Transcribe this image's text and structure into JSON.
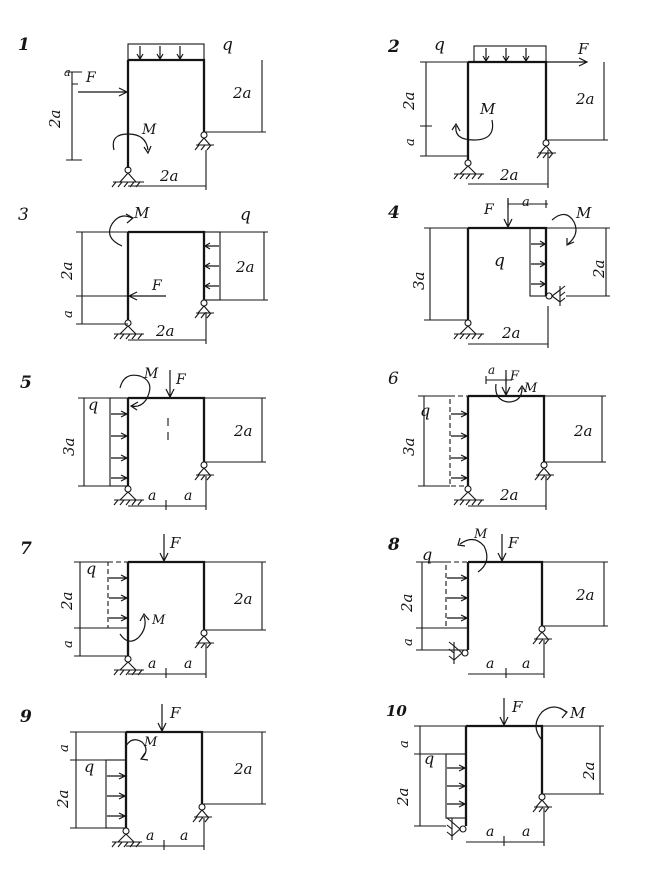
{
  "frames": [
    {
      "number": "1",
      "labels": {
        "load": "q",
        "force": "F",
        "moment": "M",
        "dim_top": "a",
        "dim_left": "2a",
        "dim_right": "2a",
        "dim_bottom": "2a"
      }
    },
    {
      "number": "2",
      "labels": {
        "load": "q",
        "force": "F",
        "moment": "M",
        "dim_left_top": "2a",
        "dim_left_bottom": "a",
        "dim_right": "2a",
        "dim_bottom": "2a"
      }
    },
    {
      "number": "3",
      "labels": {
        "load": "q",
        "force": "F",
        "moment": "M",
        "dim_left_top": "2a",
        "dim_left_bottom": "a",
        "dim_right": "2a",
        "dim_bottom": "2a"
      }
    },
    {
      "number": "4",
      "labels": {
        "load": "q",
        "force": "F",
        "moment": "M",
        "dim_top": "a",
        "dim_left": "3a",
        "dim_right": "2a",
        "dim_bottom": "2a"
      }
    },
    {
      "number": "5",
      "labels": {
        "load": "q",
        "force": "F",
        "moment": "M",
        "dim_left": "3a",
        "dim_right": "2a",
        "dim_bottom_1": "a",
        "dim_bottom_2": "a"
      }
    },
    {
      "number": "6",
      "labels": {
        "load": "q",
        "force": "F",
        "moment": "M",
        "dim_top": "a",
        "dim_left": "3a",
        "dim_right": "2a",
        "dim_bottom": "2a"
      }
    },
    {
      "number": "7",
      "labels": {
        "load": "q",
        "force": "F",
        "moment": "M",
        "dim_left_top": "2a",
        "dim_left_bottom": "a",
        "dim_right": "2a",
        "dim_bottom_1": "a",
        "dim_bottom_2": "a"
      }
    },
    {
      "number": "8",
      "labels": {
        "load": "q",
        "force": "F",
        "moment": "M",
        "dim_left_top": "2a",
        "dim_left_bottom": "a",
        "dim_right": "2a",
        "dim_bottom_1": "a",
        "dim_bottom_2": "a"
      }
    },
    {
      "number": "9",
      "labels": {
        "load": "q",
        "force": "F",
        "moment": "M",
        "dim_left_top": "a",
        "dim_left_bottom": "2a",
        "dim_right": "2a",
        "dim_bottom_1": "a",
        "dim_bottom_2": "a"
      }
    },
    {
      "number": "10",
      "labels": {
        "load": "q",
        "force": "F",
        "moment": "M",
        "dim_left_top": "a",
        "dim_left_bottom": "2a",
        "dim_right": "2a",
        "dim_bottom_1": "a",
        "dim_bottom_2": "a"
      }
    }
  ]
}
